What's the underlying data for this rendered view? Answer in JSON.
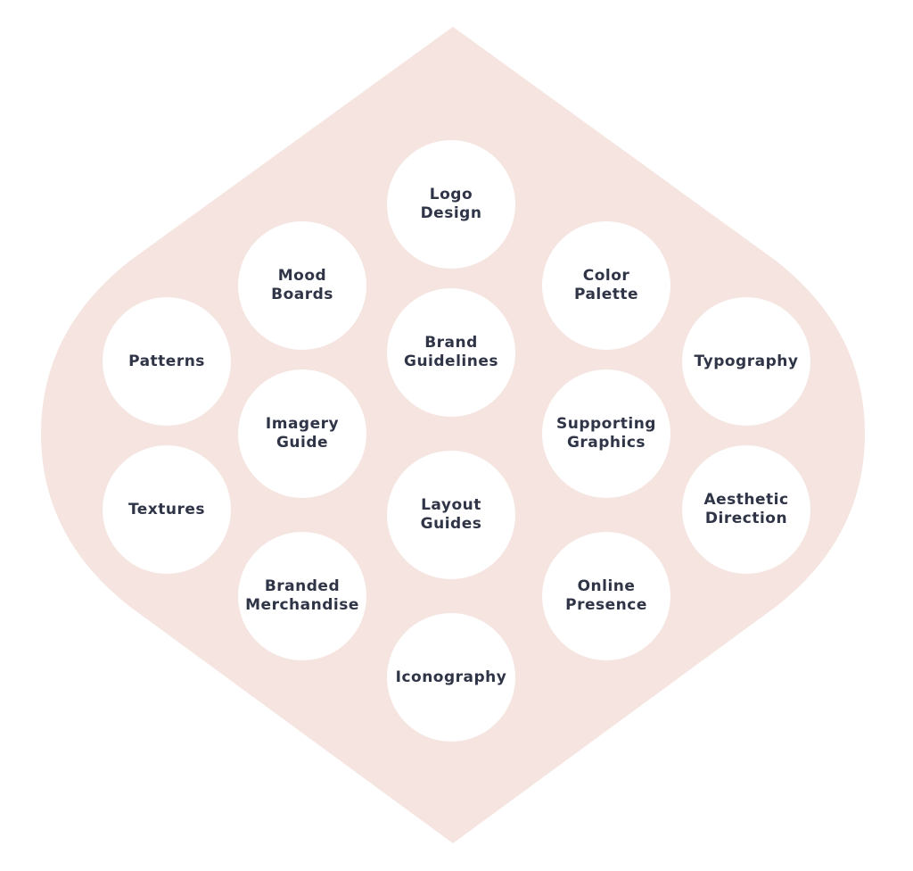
{
  "colors": {
    "background": "#ffffff",
    "shape_fill": "#f5e4df",
    "circle_fill": "#ffffff",
    "text": "#2f3547"
  },
  "items": {
    "logo_design": "Logo\nDesign",
    "mood_boards": "Mood\nBoards",
    "color_palette": "Color\nPalette",
    "patterns": "Patterns",
    "brand_guidelines": "Brand\nGuidelines",
    "typography": "Typography",
    "imagery_guide": "Imagery\nGuide",
    "supporting_graphics": "Supporting\nGraphics",
    "textures": "Textures",
    "layout_guides": "Layout\nGuides",
    "aesthetic_direction": "Aesthetic\nDirection",
    "branded_merchandise": "Branded\nMerchandise",
    "online_presence": "Online\nPresence",
    "iconography": "Iconography"
  }
}
